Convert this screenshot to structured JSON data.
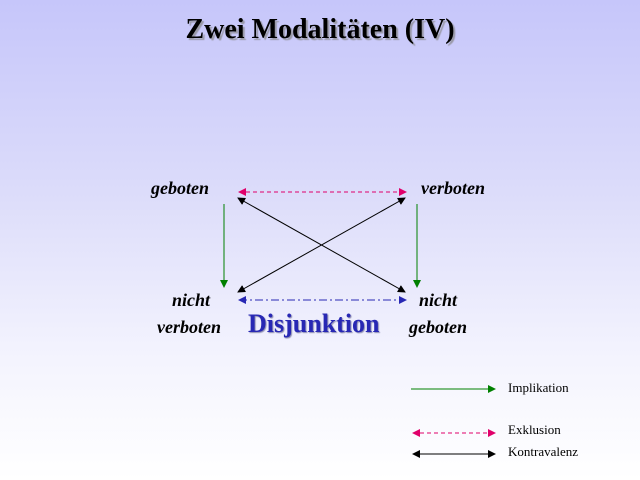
{
  "title": "Zwei Modalitäten (IV)",
  "nodes": {
    "top_left": "geboten",
    "top_right": "verboten",
    "bottom_left_line1": "nicht",
    "bottom_left_line2": "verboten",
    "bottom_right_line1": "nicht",
    "bottom_right_line2": "geboten"
  },
  "center_label": "Disjunktion",
  "legend": [
    {
      "label": "Implikation",
      "color": "#008000",
      "style": "solid"
    },
    {
      "label": "Exklusion",
      "color": "#e0006a",
      "style": "dashed"
    },
    {
      "label": "Kontravalenz",
      "color": "#000000",
      "style": "solid"
    }
  ],
  "colors": {
    "implication": "#008000",
    "exclusion": "#e0006a",
    "disjunction": "#2828b4",
    "contravalence": "#000000"
  }
}
